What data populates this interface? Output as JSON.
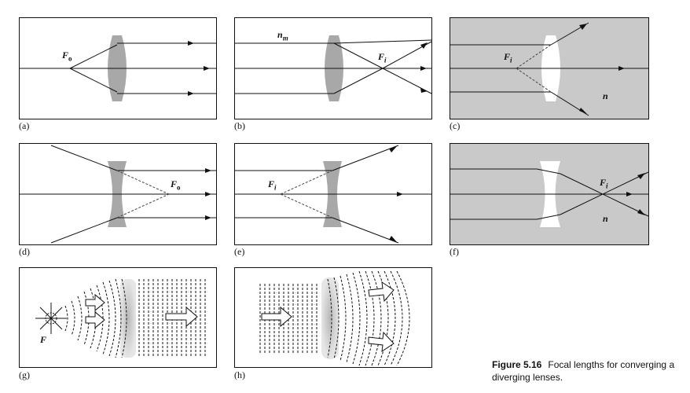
{
  "panels": {
    "a": {
      "label": "(a)",
      "focal": "F",
      "focal_sub": "o"
    },
    "b": {
      "label": "(b)",
      "medium": "n",
      "medium_sub": "m",
      "focal": "F",
      "focal_sub": "i"
    },
    "c": {
      "label": "(c)",
      "focal": "F",
      "focal_sub": "i",
      "medium": "n"
    },
    "d": {
      "label": "(d)",
      "focal": "F",
      "focal_sub": "o"
    },
    "e": {
      "label": "(e)",
      "focal": "F",
      "focal_sub": "i"
    },
    "f": {
      "label": "(f)",
      "focal": "F",
      "focal_sub": "i",
      "medium": "n"
    },
    "g": {
      "label": "(g)",
      "focal": "F"
    },
    "h": {
      "label": "(h)"
    }
  },
  "caption": {
    "figure": "Figure 5.16",
    "text": "Focal lengths for converging a",
    "text2": "diverging lenses."
  },
  "colors": {
    "lens": "#a8a8a8",
    "panel_gray": "#c9c9c9",
    "line": "#111111"
  }
}
